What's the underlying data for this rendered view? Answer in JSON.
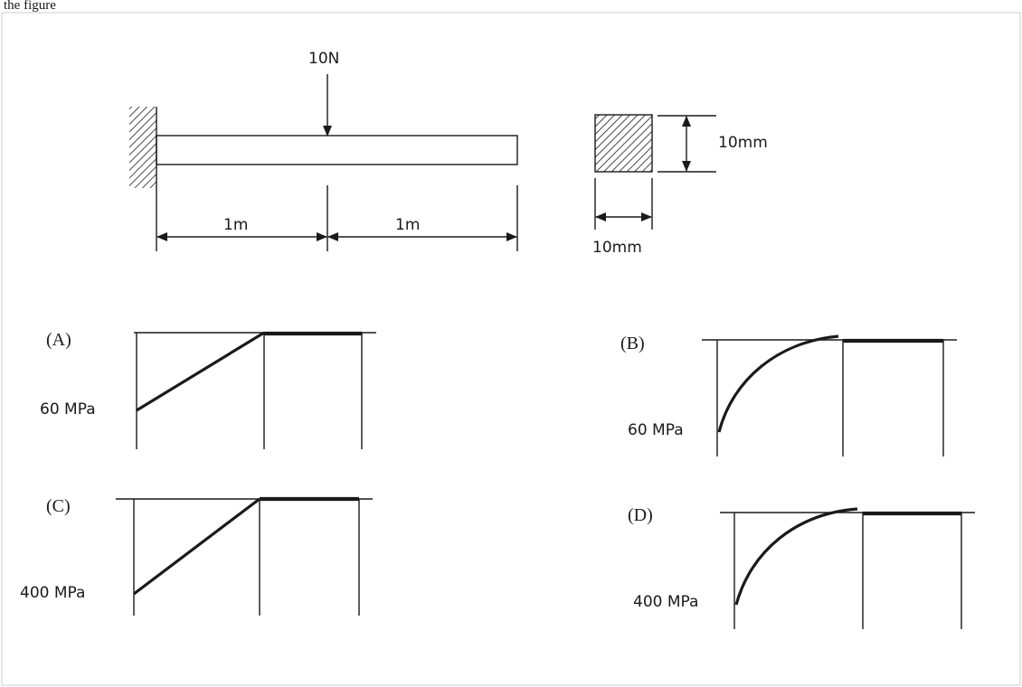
{
  "figure": {
    "top_caption": "the figure",
    "load_label": "10N",
    "span_left_label": "1m",
    "span_right_label": "1m",
    "section_height_label": "10mm",
    "section_width_label": "10mm"
  },
  "options": [
    {
      "id": "A",
      "label": "(A)",
      "stress_label": "60 MPa",
      "shape": "linear"
    },
    {
      "id": "B",
      "label": "(B)",
      "stress_label": "60 MPa",
      "shape": "curved"
    },
    {
      "id": "C",
      "label": "(C)",
      "stress_label": "400 MPa",
      "shape": "linear"
    },
    {
      "id": "D",
      "label": "(D)",
      "stress_label": "400 MPa",
      "shape": "curved"
    }
  ],
  "colors": {
    "ink": "#1a1a1a",
    "frame": "#cfcfcf",
    "background": "#ffffff"
  }
}
